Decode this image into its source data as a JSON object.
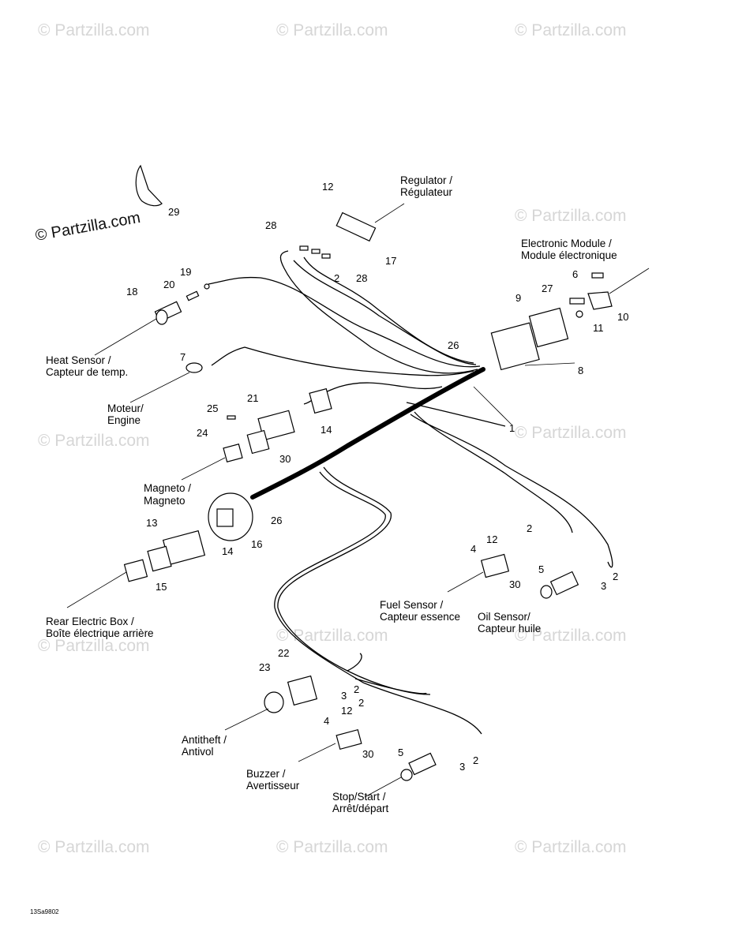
{
  "watermark": {
    "text": "© Partzilla.com",
    "main_text": "© Partzilla.com"
  },
  "diagram_code": "13Sa9802",
  "labels": {
    "regulator": [
      "Regulator /",
      "Régulateur"
    ],
    "electronic_module": [
      "Electronic Module /",
      "Module électronique"
    ],
    "heat_sensor": [
      "Heat Sensor /",
      "Capteur de temp."
    ],
    "engine": [
      "Moteur/",
      "Engine"
    ],
    "magneto": [
      "Magneto /",
      "Magneto"
    ],
    "rear_electric_box": [
      "Rear Electric Box /",
      "Boîte électrique arrière"
    ],
    "fuel_sensor": [
      "Fuel Sensor /",
      "Capteur essence"
    ],
    "oil_sensor": [
      "Oil Sensor/",
      "Capteur huile"
    ],
    "antitheft": [
      "Antitheft /",
      "Antivol"
    ],
    "buzzer": [
      "Buzzer /",
      "Avertisseur"
    ],
    "stop_start": [
      "Stop/Start /",
      "Arrêt/départ"
    ]
  },
  "callouts": {
    "n1": "1",
    "n2a": "2",
    "n2b": "2",
    "n2c": "2",
    "n2d": "2",
    "n2e": "2",
    "n2f": "2",
    "n3a": "3",
    "n3b": "3",
    "n3c": "3",
    "n4a": "4",
    "n4b": "4",
    "n5a": "5",
    "n5b": "5",
    "n6": "6",
    "n7": "7",
    "n8": "8",
    "n9": "9",
    "n10": "10",
    "n11": "11",
    "n12a": "12",
    "n12b": "12",
    "n12c": "12",
    "n13": "13",
    "n14a": "14",
    "n14b": "14",
    "n15": "15",
    "n16": "16",
    "n17": "17",
    "n18": "18",
    "n19": "19",
    "n20": "20",
    "n21": "21",
    "n22": "22",
    "n23": "23",
    "n24": "24",
    "n25": "25",
    "n26a": "26",
    "n26b": "26",
    "n27": "27",
    "n28a": "28",
    "n28b": "28",
    "n29": "29",
    "n30a": "30",
    "n30b": "30",
    "n30c": "30"
  }
}
